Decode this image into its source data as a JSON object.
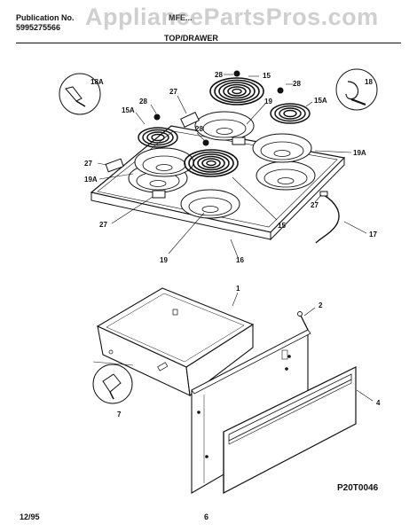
{
  "header": {
    "publication_label": "Publication No.",
    "publication_number": "5995275566",
    "model_text": "MFE...",
    "watermark": "AppliancePartsPros.com",
    "section_title": "TOP/DRAWER"
  },
  "footer": {
    "date": "12/95",
    "page": "6",
    "figure_id": "P20T0046"
  },
  "callouts": {
    "c28a": "28",
    "c15a": "15",
    "c28b": "28",
    "c18": "18",
    "c18a": "18A",
    "c27a": "27",
    "c15a_left": "15A",
    "c28c": "28",
    "c19a": "19",
    "c15a_right": "15A",
    "c19a_right": "19A",
    "c27b": "27",
    "c19a_left": "19A",
    "c27c": "27",
    "c28d": "28",
    "c27d": "27",
    "c15b": "15",
    "c17": "17",
    "c19b": "19",
    "c16": "16",
    "c1": "1",
    "c2": "2",
    "c4": "4",
    "c7": "7"
  }
}
